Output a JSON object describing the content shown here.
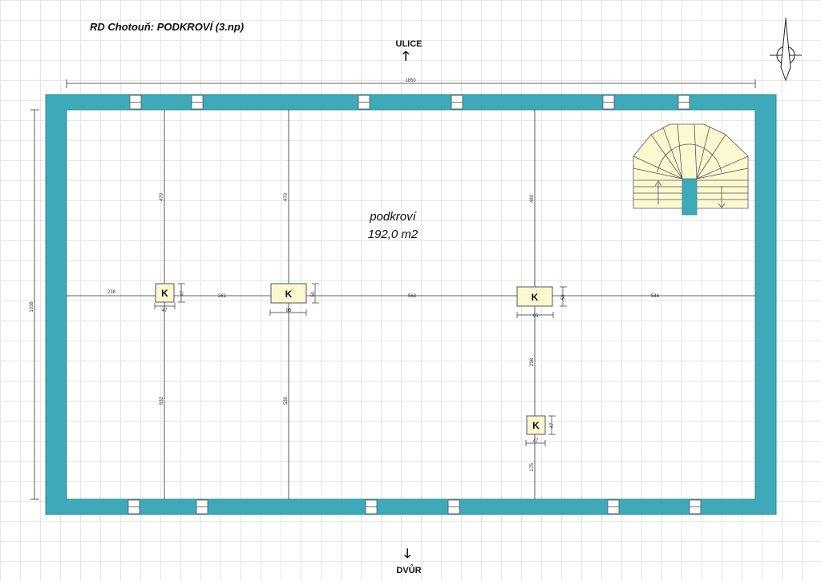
{
  "title": "RD Chotouň: PODKROVÍ (3.np)",
  "directions": {
    "top": "ULICE",
    "bottom": "DVŮR"
  },
  "room": {
    "name": "podkroví",
    "area": "192,0 m2"
  },
  "dimensions": {
    "overall_width": "1850",
    "overall_height": "1038",
    "col1_upper": "470",
    "col2_upper": "470",
    "col3_upper": "480",
    "col1_lower": "532",
    "col2_lower": "530",
    "col3_mid": "298",
    "col3_lower": "175",
    "span_left": "238",
    "span_1_2": "261",
    "span_2_3": "568",
    "span_right": "544",
    "k1_w": "47",
    "k1_h": "47",
    "k2_w": "95",
    "k2_h": "50",
    "k3_w": "95",
    "k3_h": "50",
    "k4_w": "47",
    "k4_h": "47"
  },
  "column_label": "K",
  "colors": {
    "wall": "#3ea9b8",
    "column_fill": "#fcf8d0",
    "stair_fill": "#fcf8d0"
  }
}
